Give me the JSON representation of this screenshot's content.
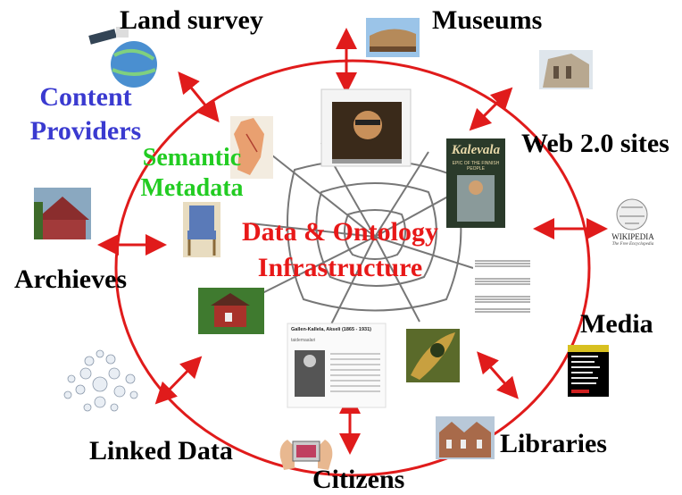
{
  "labels": {
    "land_survey": "Land survey",
    "museums": "Museums",
    "content_providers_1": "Content",
    "content_providers_2": "Providers",
    "semantic_1": "Semantic",
    "semantic_2": "Metadata",
    "web20": "Web 2.0 sites",
    "center_1": "Data & Ontology",
    "center_2": "Infrastructure",
    "archieves": "Archieves",
    "media": "Media",
    "linked_data": "Linked Data",
    "libraries": "Libraries",
    "citizens": "Citizens"
  },
  "thumb_text": {
    "kalevala_title": "Kalevala",
    "kalevala_sub": "EPIC OF THE FINNISH PEOPLE",
    "wikipedia": "WIKIPEDIA",
    "wikipedia_sub": "The Free Encyclopedia",
    "article_title": "Gallen-Kallela, Akseli (1865 - 1931)",
    "article_sub": "taidemaalari"
  },
  "colors": {
    "ring": "#e01b1b",
    "arrow": "#e01b1b",
    "content_providers": "#3a3ad0",
    "semantic": "#22cc22",
    "center": "#e81818"
  }
}
